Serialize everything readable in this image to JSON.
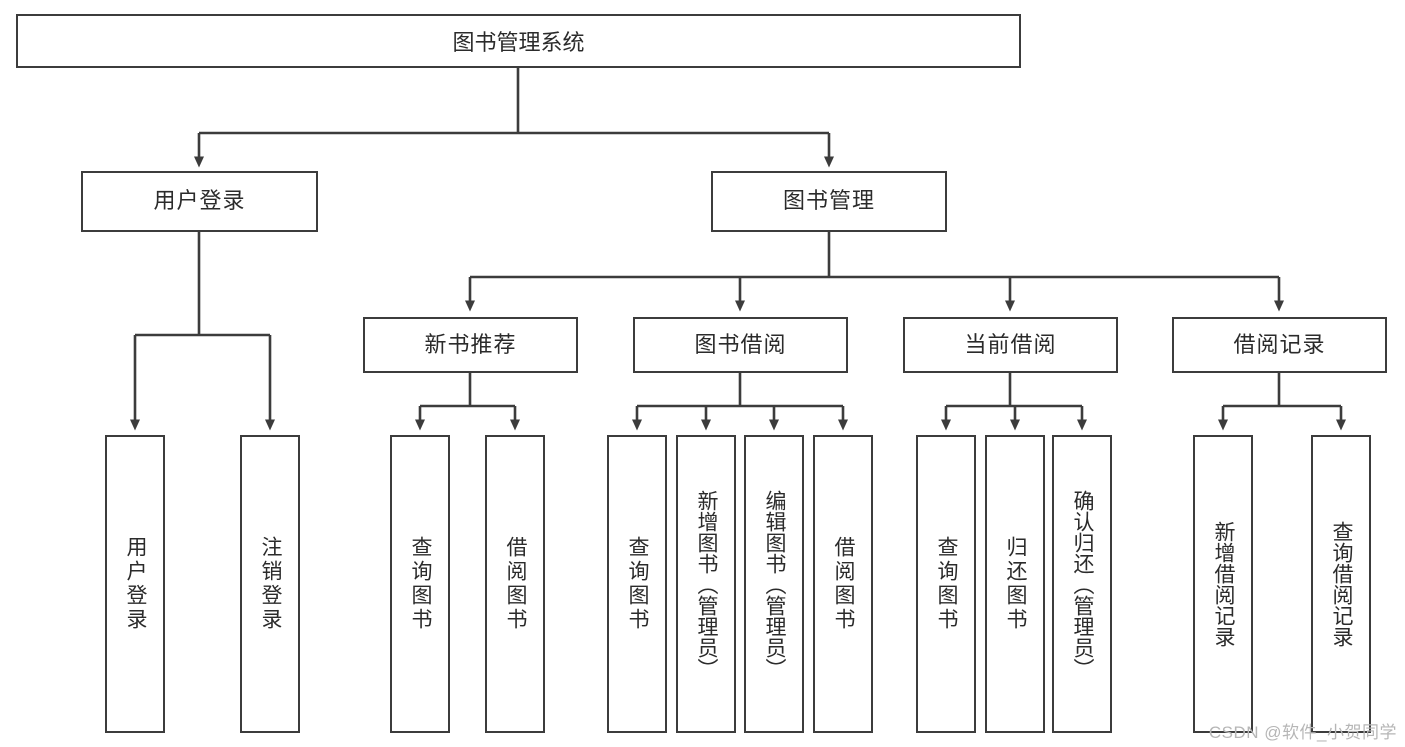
{
  "diagram": {
    "type": "tree-hierarchy",
    "title": "图书管理系统",
    "background_color": "#ffffff",
    "line_color": "#3c3c3c",
    "text_color": "#2b2b2b",
    "root": {
      "id": "root",
      "label": "图书管理系统"
    },
    "level2": [
      {
        "id": "user-login",
        "label": "用户登录"
      },
      {
        "id": "book-management",
        "label": "图书管理"
      }
    ],
    "level3": [
      {
        "id": "new-book-recommend",
        "label": "新书推荐",
        "parent": "book-management"
      },
      {
        "id": "book-borrow",
        "label": "图书借阅",
        "parent": "book-management"
      },
      {
        "id": "current-borrow",
        "label": "当前借阅",
        "parent": "book-management"
      },
      {
        "id": "borrow-record",
        "label": "借阅记录",
        "parent": "book-management"
      }
    ],
    "leaves": {
      "user-login": [
        {
          "id": "leaf-user-login",
          "label": "用户登录"
        },
        {
          "id": "leaf-logout-login",
          "label": "注销登录"
        }
      ],
      "new-book-recommend": [
        {
          "id": "leaf-query-book-1",
          "label": "查询图书"
        },
        {
          "id": "leaf-borrow-book-1",
          "label": "借阅图书"
        }
      ],
      "book-borrow": [
        {
          "id": "leaf-query-book-2",
          "label": "查询图书"
        },
        {
          "id": "leaf-add-book-admin",
          "label": "新增图书（管理员）"
        },
        {
          "id": "leaf-edit-book-admin",
          "label": "编辑图书（管理员）"
        },
        {
          "id": "leaf-borrow-book-2",
          "label": "借阅图书"
        }
      ],
      "current-borrow": [
        {
          "id": "leaf-query-book-3",
          "label": "查询图书"
        },
        {
          "id": "leaf-return-book",
          "label": "归还图书"
        },
        {
          "id": "leaf-confirm-return-admin",
          "label": "确认归还（管理员）"
        }
      ],
      "borrow-record": [
        {
          "id": "leaf-add-borrow-record",
          "label": "新增借阅记录"
        },
        {
          "id": "leaf-query-borrow-record",
          "label": "查询借阅记录"
        }
      ]
    }
  },
  "watermark": {
    "text": "CSDN @软件_小贺同学"
  }
}
